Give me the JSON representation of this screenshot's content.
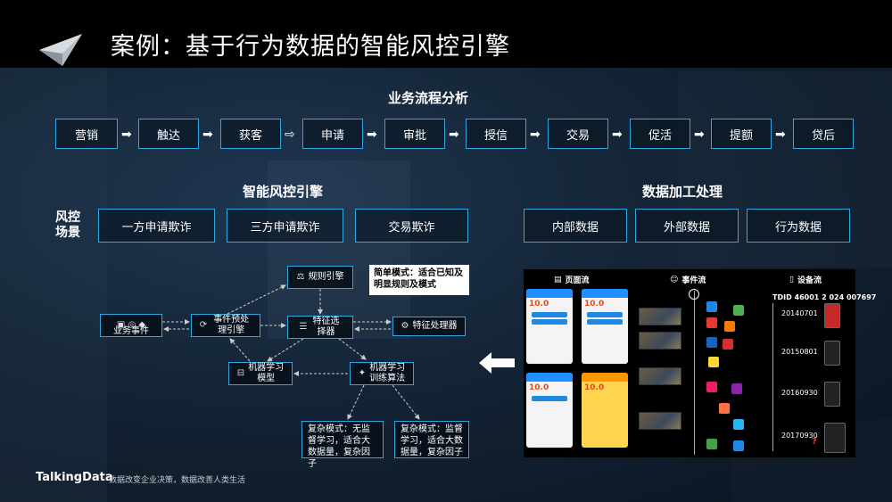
{
  "title": "案例：基于行为数据的智能风控引擎",
  "flow": {
    "title": "业务流程分析",
    "steps": [
      "营销",
      "触达",
      "获客",
      "申请",
      "审批",
      "授信",
      "交易",
      "促活",
      "提额",
      "贷后"
    ]
  },
  "engine": {
    "title": "智能风控引擎",
    "scene_label": "风控场景",
    "scenes": [
      "一方申请欺诈",
      "三方申请欺诈",
      "交易欺诈"
    ],
    "nodes": {
      "event": "业务事件",
      "preprocess": "事件预处理引擎",
      "rule": "规则引擎",
      "selector": "特征选择器",
      "feature": "特征处理器",
      "model": "机器学习模型",
      "train": "机器学习训练算法"
    },
    "simple_mode": "简单模式：适合已知及明显规则及模式",
    "complex_unsupervised": "复杂模式：无监督学习，适合大数据量，复杂因子",
    "complex_supervised": "复杂模式：监督学习，适合大数据量，复杂因子"
  },
  "data_processing": {
    "title": "数据加工处理",
    "sources": [
      "内部数据",
      "外部数据",
      "行为数据"
    ]
  },
  "panel": {
    "page_stream": "页面流",
    "event_stream": "事件流",
    "device_stream": "设备流",
    "tdid": "TDID 46001  2 024 007697",
    "dates": [
      "20140701",
      "20150801",
      "20160930",
      "20170930"
    ],
    "phone_values": [
      "10.0",
      "10.0",
      "10.0",
      "10.0"
    ]
  },
  "footer": {
    "brand": "TalkingData",
    "slogan": "数据改变企业决策，数据改善人类生活"
  },
  "colors": {
    "accent": "#2ea8e0",
    "header": "#000000"
  }
}
